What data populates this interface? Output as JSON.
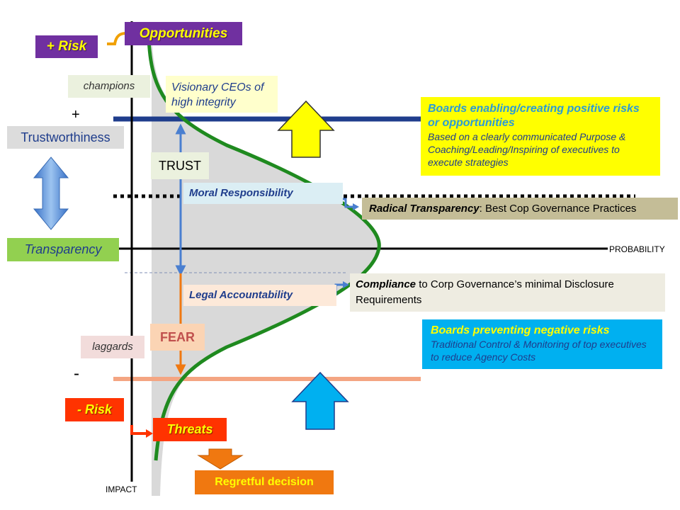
{
  "colors": {
    "purple": "#7030a0",
    "yellow": "#ffff00",
    "red_orange": "#ff3300",
    "green_curve": "#1f8a1f",
    "navy_line": "#1f3d8c",
    "salmon_line": "#f4a582",
    "light_green": "#92d050",
    "cyan_box": "#00b0f0",
    "orange": "#f07810",
    "tan": "#c4bd97",
    "gray_band": "#d9d9d9"
  },
  "labels": {
    "plus_risk": "+ Risk",
    "opportunities": "Opportunities",
    "champions": "champions",
    "plus_sign": "+",
    "trustworthiness": "Trustworthiness",
    "transparency": "Transparency",
    "laggards": "laggards",
    "minus_sign": "-",
    "minus_risk": "- Risk",
    "threats": "Threats",
    "regretful": "Regretful decision",
    "impact": "IMPACT",
    "probability": "PROBABILITY",
    "visionary": "Visionary CEOs of high integrity",
    "trust": "TRUST",
    "fear": "FEAR",
    "moral": "Moral Responsibility",
    "legal": "Legal Accountability",
    "radical_bold": "Radical Transparency",
    "radical_rest": ": Best Cop Governance Practices",
    "compliance_bold": "Compliance",
    "compliance_rest": " to Corp Governance’s minimal Disclosure Requirements"
  },
  "boards_enabling": {
    "title": "Boards enabling/creating positive risks or opportunities",
    "body": "Based on a clearly  communicated Purpose & Coaching/Leading/Inspiring of executives to execute strategies"
  },
  "boards_preventing": {
    "title": "Boards preventing negative risks",
    "body": "Traditional Control & Monitoring of top executives to reduce Agency Costs"
  }
}
